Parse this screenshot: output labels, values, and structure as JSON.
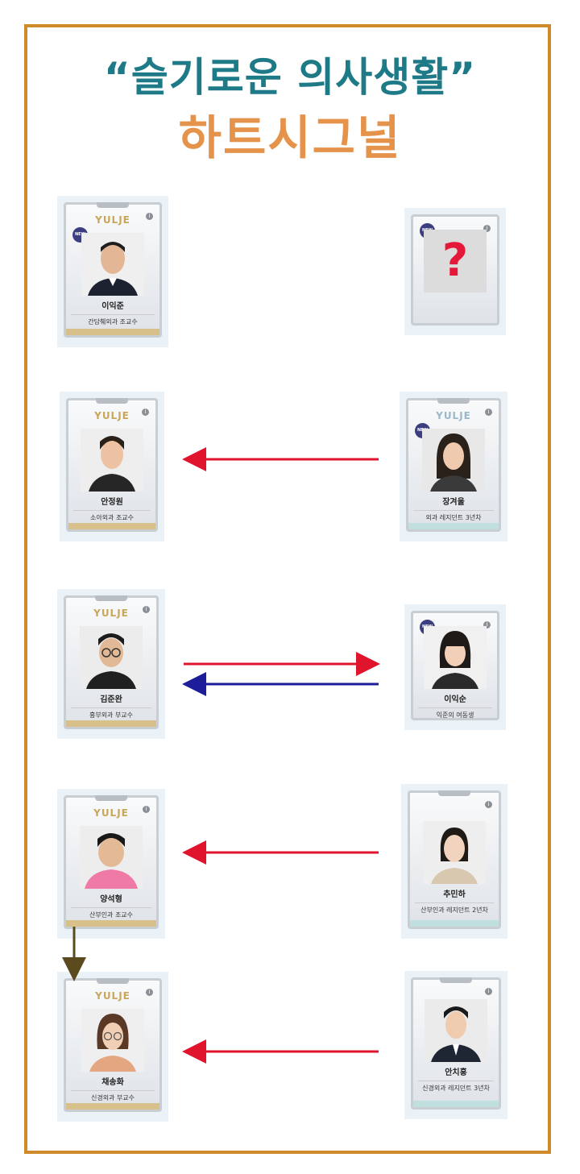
{
  "title": {
    "line1": "“슬기로운  의사생활”",
    "line2": "하트시그널"
  },
  "colors": {
    "title1": "#1d7a86",
    "title2": "#e5924a",
    "frame": "#cf8a2b",
    "arrow_red": "#e0142c",
    "arrow_blue": "#1d1d9a",
    "arrow_brown": "#5a4a1e"
  },
  "logo_text": "YULJE",
  "new_label": "NEW",
  "info_label": "i",
  "unknown_mark": "?",
  "people": {
    "ikjun": {
      "name": "이익준",
      "role": "간담췌외과 조교수",
      "new": true
    },
    "unknown": {
      "name": "",
      "role": "",
      "new": true
    },
    "jeongwon": {
      "name": "안정원",
      "role": "소아외과 조교수"
    },
    "gyeoul": {
      "name": "장겨울",
      "role": "외과 레지던트 3년차",
      "new": true
    },
    "junwan": {
      "name": "김준완",
      "role": "흉부외과 부교수"
    },
    "iksun": {
      "name": "이익순",
      "role": "익준의 여동생",
      "new": true
    },
    "seokhyeong": {
      "name": "양석형",
      "role": "산부인과 조교수"
    },
    "minha": {
      "name": "추민하",
      "role": "산부인과 레지던트 2년차"
    },
    "songhwa": {
      "name": "채송화",
      "role": "신경외과 부교수"
    },
    "chihong": {
      "name": "안치홍",
      "role": "신경외과 레지던트 3년차"
    }
  },
  "relations": [
    {
      "from": "gyeoul",
      "to": "jeongwon",
      "color": "red"
    },
    {
      "from": "junwan",
      "to": "iksun",
      "color": "red"
    },
    {
      "from": "iksun",
      "to": "junwan",
      "color": "blue"
    },
    {
      "from": "minha",
      "to": "seokhyeong",
      "color": "red"
    },
    {
      "from": "seokhyeong",
      "to": "songhwa",
      "color": "brown"
    },
    {
      "from": "chihong",
      "to": "songhwa",
      "color": "red"
    }
  ]
}
